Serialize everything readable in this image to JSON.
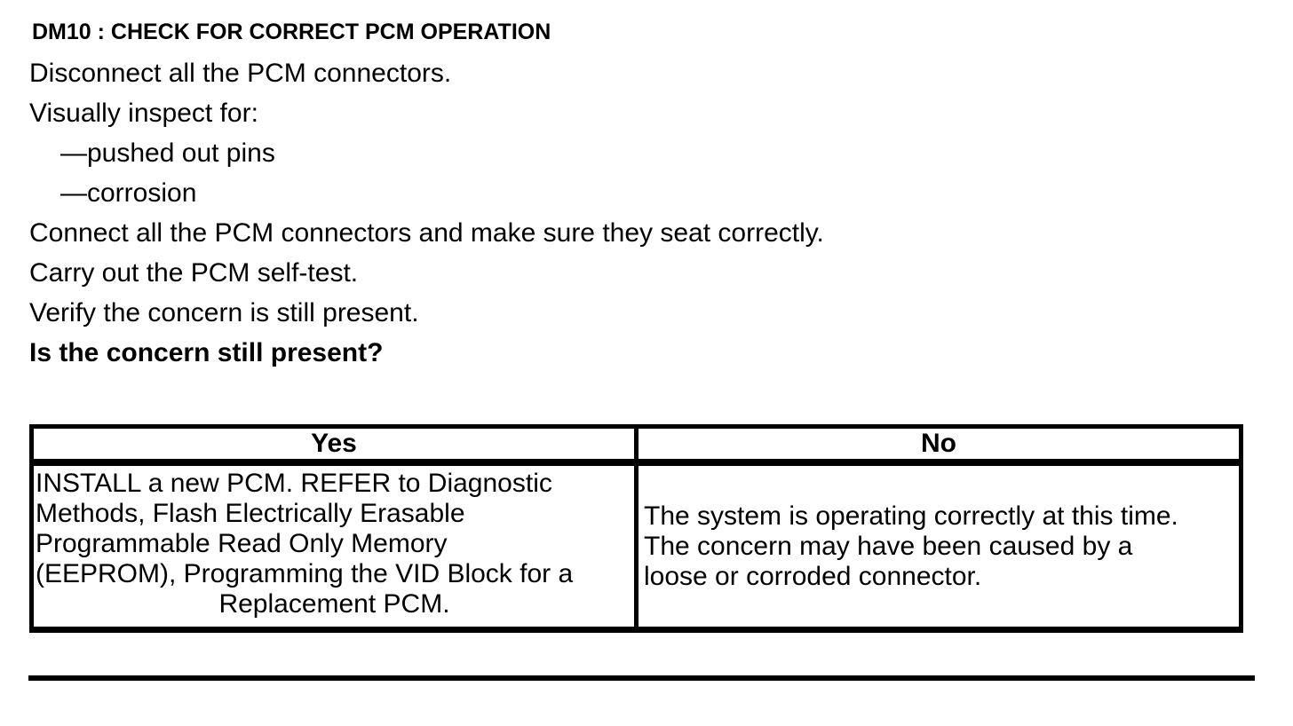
{
  "page": {
    "heading": "DM10 : CHECK FOR CORRECT PCM OPERATION",
    "steps": [
      {
        "text": "Disconnect all the PCM connectors."
      },
      {
        "text": "Visually inspect for:"
      },
      {
        "text": "—pushed out pins"
      },
      {
        "text": "—corrosion"
      },
      {
        "text": "Connect all the PCM connectors and make sure they seat correctly."
      },
      {
        "text": "Carry out the PCM self-test."
      },
      {
        "text": "Verify the concern is still present."
      },
      {
        "text": "Is the concern still present?"
      }
    ],
    "table": {
      "headers": [
        "Yes",
        "No"
      ],
      "yes_cell_lines": [
        "INSTALL a new PCM. REFER to Diagnostic",
        "Methods, Flash Electrically Erasable",
        "Programmable Read Only Memory",
        "(EEPROM), Programming the VID Block for a",
        "Replacement PCM."
      ],
      "no_cell_lines": [
        "The system is operating correctly at this time.",
        "The concern may have been caused by a",
        "loose or corroded connector."
      ]
    },
    "colors": {
      "text": "#000000",
      "background": "#ffffff",
      "border": "#000000"
    }
  }
}
